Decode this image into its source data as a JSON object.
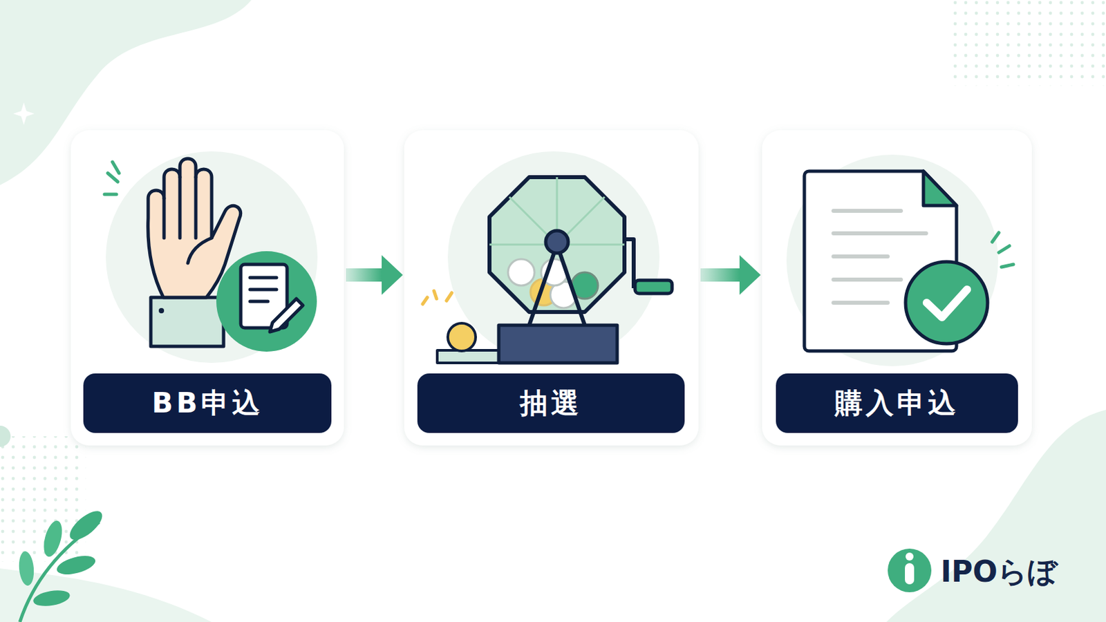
{
  "diagram": {
    "nodes": [
      {
        "text": [
          "BB申込"
        ]
      },
      {
        "text": [
          "抽選"
        ]
      },
      {
        "text": [
          "購入申込"
        ]
      }
    ],
    "edges": [
      {
        "from": 0,
        "to": 1,
        "arrow": "to"
      },
      {
        "from": 1,
        "to": 2,
        "arrow": "to"
      }
    ],
    "labels": [
      "IPOらぼ"
    ]
  }
}
